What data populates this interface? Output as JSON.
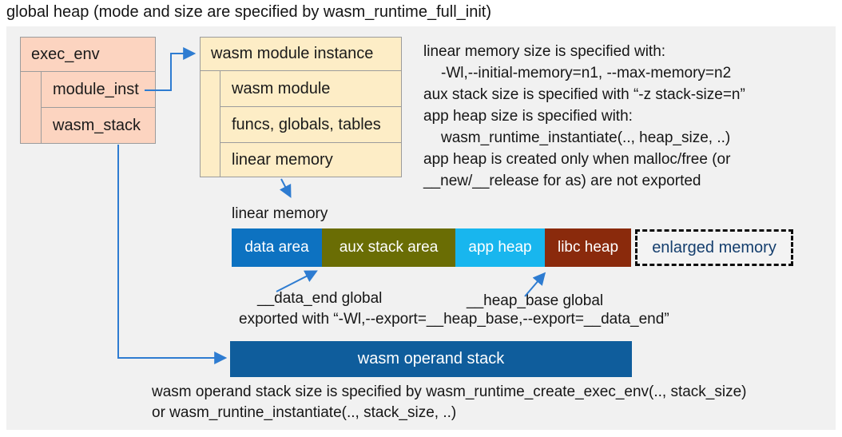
{
  "title": "global heap (mode and size are specified by wasm_runtime_full_init)",
  "exec_env": {
    "header": "exec_env",
    "rows": [
      {
        "label": "module_inst"
      },
      {
        "label": "wasm_stack"
      }
    ]
  },
  "module_instance": {
    "header": "wasm module instance",
    "rows": [
      {
        "label": "wasm module"
      },
      {
        "label": "funcs, globals, tables"
      },
      {
        "label": "linear memory"
      }
    ]
  },
  "notes_right": {
    "lines": [
      "linear memory size is specified with:",
      "-Wl,--initial-memory=n1, --max-memory=n2",
      "aux stack size is specified with “-z stack-size=n”",
      "app heap size is specified with:",
      "wasm_runtime_instantiate(.., heap_size, ..)",
      "app heap is created only when malloc/free (or",
      "__new/__release for as) are not exported"
    ]
  },
  "linear_memory": {
    "label": "linear memory",
    "segments": [
      {
        "label": "data area",
        "color": "#0d72c1"
      },
      {
        "label": "aux stack area",
        "color": "#6a6d04"
      },
      {
        "label": "app heap",
        "color": "#18b6ee"
      },
      {
        "label": "libc heap",
        "color": "#8a2a0c"
      }
    ],
    "enlarged": {
      "label": "enlarged memory",
      "text_color": "#143e6d"
    }
  },
  "annotations": {
    "data_end": "__data_end global",
    "heap_base": "__heap_base global",
    "exported": "exported with “-Wl,--export=__heap_base,--export=__data_end”"
  },
  "operand_stack": {
    "label": "wasm operand stack",
    "color": "#0f5d9c",
    "note_line1": "wasm operand stack size is specified by wasm_runtime_create_exec_env(.., stack_size)",
    "note_line2": "or wasm_runtine_instantiate(.., stack_size, ..)"
  },
  "colors": {
    "panel_bg": "#f1f1f1",
    "exec_env_fill": "#fcd4c0",
    "module_instance_fill": "#fdedc6",
    "box_border": "#9c9c9c",
    "arrow_blue": "#2e7cd1",
    "title_text": "#141414"
  }
}
